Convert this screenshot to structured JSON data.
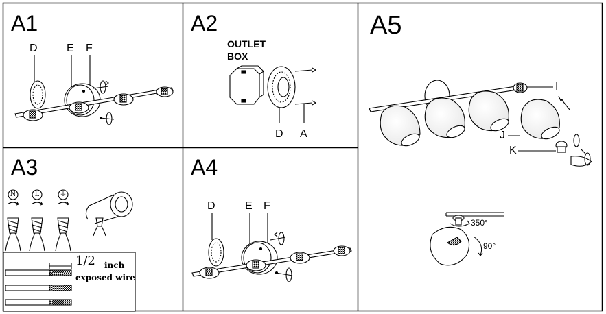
{
  "panels": [
    {
      "id": "A1",
      "title": "A1",
      "labels": {
        "d": "D",
        "e": "E",
        "f": "F"
      }
    },
    {
      "id": "A2",
      "title": "A2",
      "outlet_box_line1": "OUTLET",
      "outlet_box_line2": "BOX",
      "labels": {
        "d": "D",
        "a": "A"
      }
    },
    {
      "id": "A3",
      "title": "A3",
      "wire_symbols": {
        "neutral": "N",
        "live": "L",
        "earth": "⏚"
      },
      "strip_measure": "1/2",
      "strip_unit": "inch",
      "strip_note": "exposed wire"
    },
    {
      "id": "A4",
      "title": "A4",
      "labels": {
        "d": "D",
        "e": "E",
        "f": "F"
      }
    },
    {
      "id": "A5",
      "title": "A5",
      "labels": {
        "i": "I",
        "j": "J",
        "k": "K"
      },
      "rotation_pan": "350°",
      "rotation_tilt": "90°"
    }
  ]
}
